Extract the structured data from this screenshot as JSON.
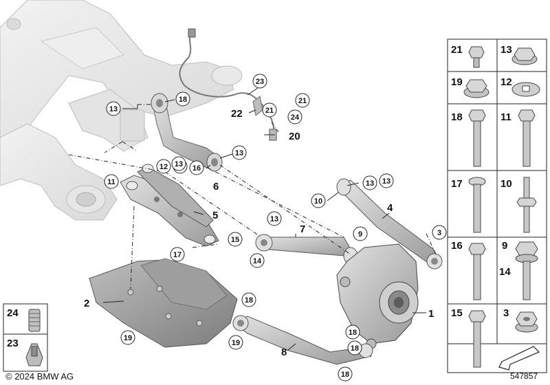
{
  "copyright": "© 2024 BMW AG",
  "diagram_id": "547857",
  "main_labels": [
    {
      "id": "l1",
      "text": "1"
    },
    {
      "id": "l2",
      "text": "2"
    },
    {
      "id": "l4",
      "text": "4"
    },
    {
      "id": "l5",
      "text": "5"
    },
    {
      "id": "l6",
      "text": "6"
    },
    {
      "id": "l7",
      "text": "7"
    },
    {
      "id": "l8",
      "text": "8"
    },
    {
      "id": "l20",
      "text": "20"
    },
    {
      "id": "l22",
      "text": "22"
    }
  ],
  "callouts": [
    {
      "id": "c13a",
      "text": "13"
    },
    {
      "id": "c18a",
      "text": "18"
    },
    {
      "id": "c23",
      "text": "23"
    },
    {
      "id": "c21a",
      "text": "21"
    },
    {
      "id": "c21b",
      "text": "21"
    },
    {
      "id": "c24",
      "text": "24"
    },
    {
      "id": "c13b",
      "text": "13"
    },
    {
      "id": "c16",
      "text": "16"
    },
    {
      "id": "c12a",
      "text": "12"
    },
    {
      "id": "c13c",
      "text": "13"
    },
    {
      "id": "c11",
      "text": "11"
    },
    {
      "id": "c12b",
      "text": "12"
    },
    {
      "id": "c13d",
      "text": "13"
    },
    {
      "id": "c10",
      "text": "10"
    },
    {
      "id": "c13e",
      "text": "13"
    },
    {
      "id": "c13f",
      "text": "13"
    },
    {
      "id": "c17",
      "text": "17"
    },
    {
      "id": "c15",
      "text": "15"
    },
    {
      "id": "c14",
      "text": "14"
    },
    {
      "id": "c9",
      "text": "9"
    },
    {
      "id": "c3",
      "text": "3"
    },
    {
      "id": "c19a",
      "text": "19"
    },
    {
      "id": "c18b",
      "text": "18"
    },
    {
      "id": "c19b",
      "text": "19"
    },
    {
      "id": "c18c",
      "text": "18"
    },
    {
      "id": "c18d",
      "text": "18"
    }
  ],
  "parts_grid": [
    {
      "id": "g21",
      "text": "21",
      "icon": "collar-nut-icon"
    },
    {
      "id": "g13",
      "text": "13",
      "icon": "flange-nut-icon"
    },
    {
      "id": "g19",
      "text": "19",
      "icon": "hex-nut-icon"
    },
    {
      "id": "g12",
      "text": "12",
      "icon": "washer-icon"
    },
    {
      "id": "g18",
      "text": "18",
      "icon": "long-bolt-icon"
    },
    {
      "id": "g11",
      "text": "11",
      "icon": "long-bolt-icon"
    },
    {
      "id": "g17",
      "text": "17",
      "icon": "torx-bolt-icon"
    },
    {
      "id": "g10",
      "text": "10",
      "icon": "stud-bolt-icon"
    },
    {
      "id": "g16",
      "text": "16",
      "icon": "long-bolt-icon"
    },
    {
      "id": "g9",
      "text": "9",
      "icon": "eccentric-bolt-icon"
    },
    {
      "id": "g14",
      "text": "14",
      "icon": "eccentric-bolt-icon"
    },
    {
      "id": "g15",
      "text": "15",
      "icon": "long-bolt-icon"
    },
    {
      "id": "g3",
      "text": "3",
      "icon": "nut-icon"
    }
  ],
  "small_grid": [
    {
      "id": "s24",
      "text": "24",
      "icon": "threaded-insert-icon"
    },
    {
      "id": "s23",
      "text": "23",
      "icon": "clip-icon"
    }
  ],
  "colors": {
    "part_gray": "#c8c8c8",
    "frame_gray": "#e8e8e8",
    "outline": "#555555",
    "text": "#111111"
  }
}
